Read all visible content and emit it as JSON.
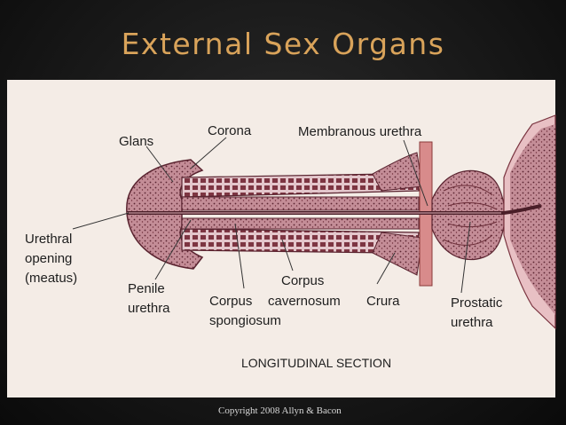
{
  "slide": {
    "title": "External Sex Organs",
    "copyright": "Copyright 2008 Allyn & Bacon"
  },
  "diagram": {
    "caption": "LONGITUDINAL SECTION",
    "labels": {
      "glans": "Glans",
      "corona": "Corona",
      "membranous_urethra": "Membranous urethra",
      "urethral_opening": [
        "Urethral",
        "opening",
        "(meatus)"
      ],
      "penile_urethra": [
        "Penile",
        "urethra"
      ],
      "corpus_spongiosum": [
        "Corpus",
        "spongiosum"
      ],
      "corpus_cavernosum": [
        "Corpus",
        "cavernosum"
      ],
      "crura": "Crura",
      "prostatic_urethra": [
        "Prostatic",
        "urethra"
      ]
    },
    "colors": {
      "tissue_pink": "#c9909a",
      "tissue_dark": "#7a3440",
      "urethra": "#6b2d38",
      "panel": "#f4ece6"
    }
  }
}
